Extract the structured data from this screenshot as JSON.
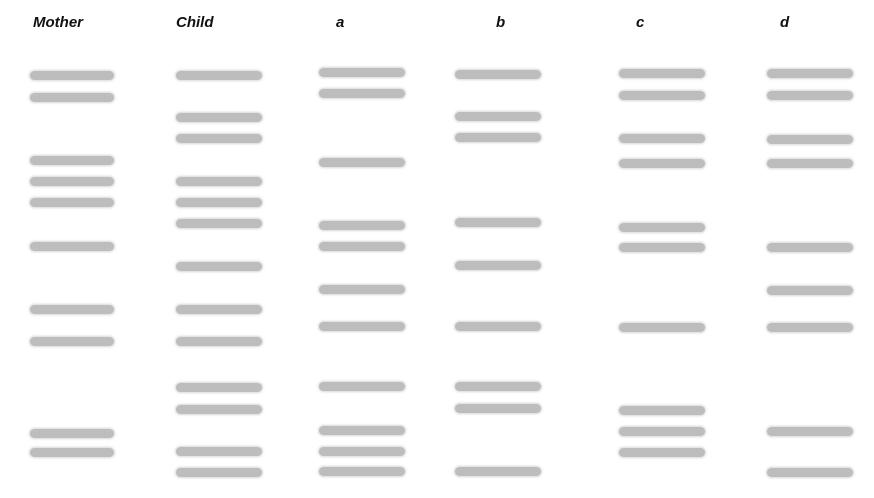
{
  "gel": {
    "band_color": "#bdbdbd",
    "label_color": "#111111",
    "lanes": [
      {
        "label": "Mother",
        "bands": [
          1,
          2,
          5,
          6,
          7,
          9,
          12,
          13,
          18,
          19
        ]
      },
      {
        "label": "Child",
        "bands": [
          1,
          3,
          4,
          6,
          7,
          8,
          10,
          12,
          13,
          15,
          16,
          19,
          20
        ]
      },
      {
        "label": "a",
        "bands": [
          1,
          2,
          5,
          8,
          9,
          11,
          13,
          15,
          17,
          19,
          20
        ]
      },
      {
        "label": "b",
        "bands": [
          1,
          3,
          4,
          8,
          10,
          13,
          15,
          16,
          20
        ]
      },
      {
        "label": "c",
        "bands": [
          1,
          2,
          4,
          5,
          8,
          9,
          13,
          16,
          17,
          18
        ]
      },
      {
        "label": "d",
        "bands": [
          1,
          2,
          4,
          5,
          9,
          11,
          13,
          17,
          20
        ]
      }
    ]
  }
}
